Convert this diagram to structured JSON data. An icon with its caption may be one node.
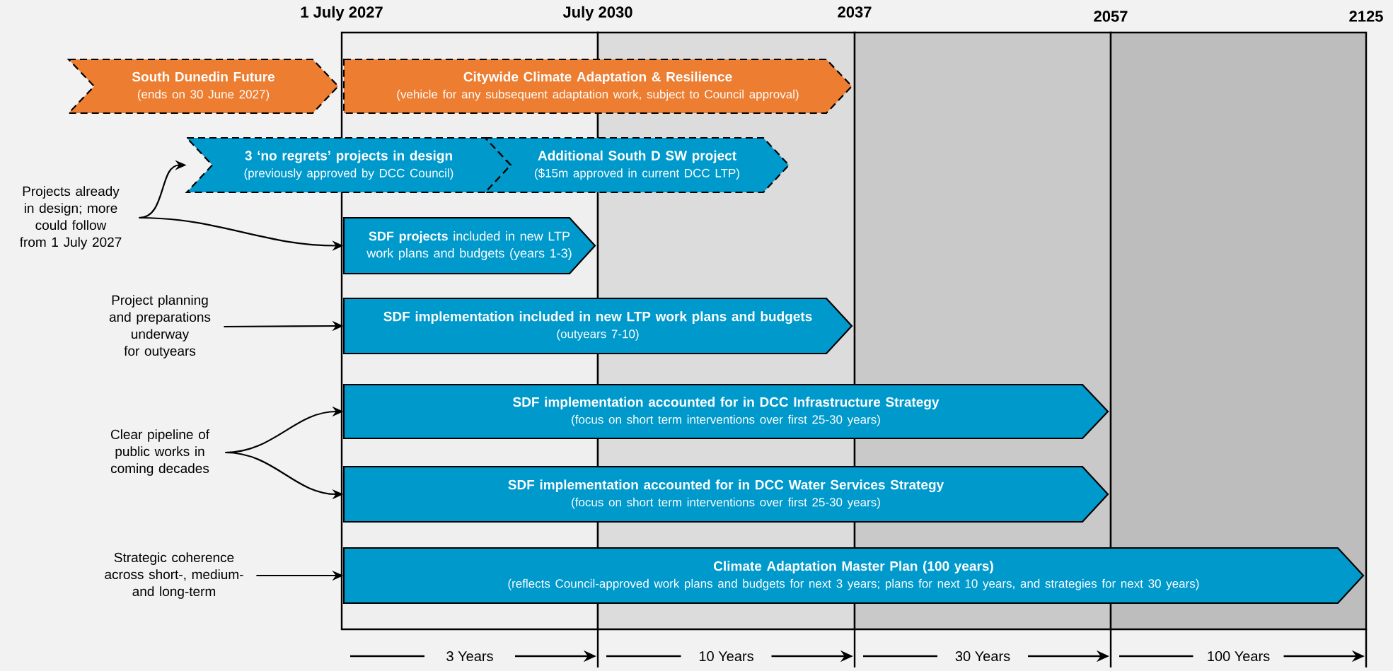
{
  "diagram": {
    "nodes": [
      {
        "text": [
          "South Dunedin Future",
          "(ends on 30 June 2027)"
        ]
      },
      {
        "text": [
          "Citywide Climate Adaptation & Resilience",
          "(vehicle for any subsequent adaptation work, subject to Council approval)"
        ]
      },
      {
        "text": [
          "3 ‘no regrets’ projects in design",
          "(previously approved by DCC Council)"
        ]
      },
      {
        "text": [
          "Additional South D SW project",
          "($15m approved in current DCC LTP)"
        ]
      },
      {
        "text": [
          "**SDF projects** included in new LTP work plans and budgets (years 1-3)"
        ]
      },
      {
        "text": [
          "SDF implementation included in new LTP work plans and budgets",
          "(outyears 7-10)"
        ]
      },
      {
        "text": [
          "SDF implementation accounted for in DCC Infrastructure Strategy",
          "(focus on short term interventions over first 25-30 years)"
        ]
      },
      {
        "text": [
          "SDF implementation accounted for in DCC Water Services Strategy",
          "(focus on short term interventions over first 25-30 years)"
        ]
      },
      {
        "text": [
          "Climate Adaptation Master Plan (100 years)",
          "(reflects Council-approved work plans and budgets for next 3 years; plans for next 10 years, and strategies for next 30 years)"
        ]
      },
      {
        "text": [
          "Projects already in design; more could follow from 1 July 2027"
        ]
      },
      {
        "text": [
          "Project planning and preparations underway for outyears"
        ]
      },
      {
        "text": [
          "Clear pipeline of public works in coming decades"
        ]
      },
      {
        "text": [
          "Strategic coherence across short-, medium- and long-term"
        ]
      }
    ],
    "edges": [
      {
        "from": 9,
        "to": 2,
        "arrow": "to"
      },
      {
        "from": 9,
        "to": 4,
        "arrow": "to"
      },
      {
        "from": 10,
        "to": 5,
        "arrow": "to"
      },
      {
        "from": 11,
        "to": 6,
        "arrow": "to"
      },
      {
        "from": 11,
        "to": 7,
        "arrow": "to"
      },
      {
        "from": 12,
        "to": 8,
        "arrow": "to"
      }
    ],
    "labels": [
      "1 July 2027",
      "July 2030",
      "2037",
      "2057",
      "2125",
      "3 Years",
      "10 Years",
      "30 Years",
      "100 Years"
    ]
  }
}
